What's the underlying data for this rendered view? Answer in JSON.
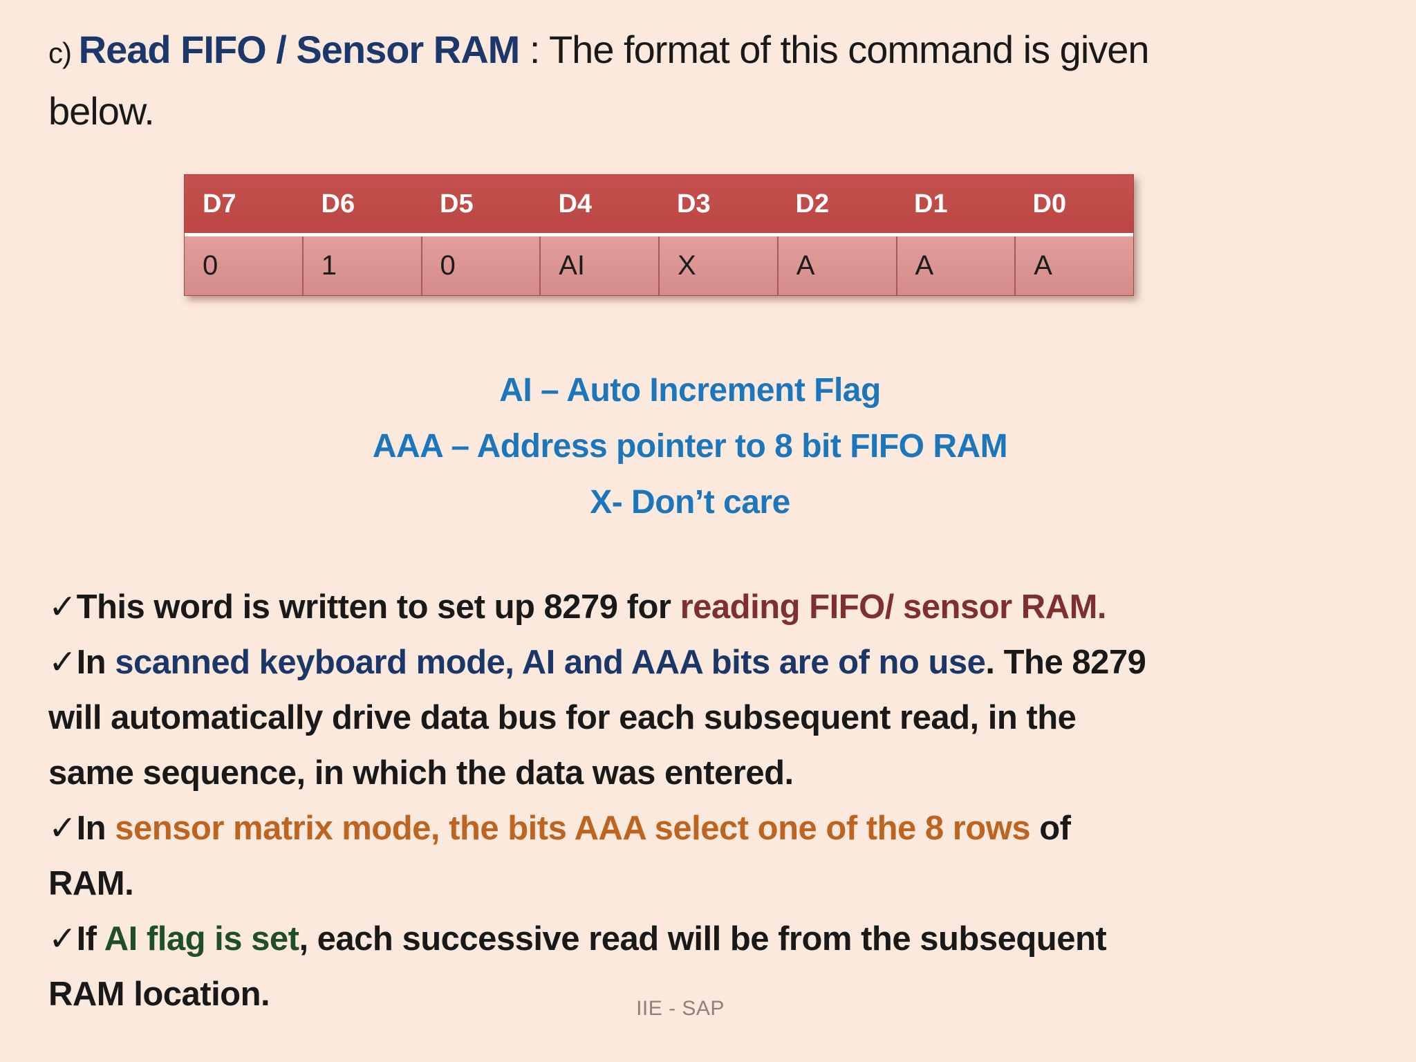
{
  "colors": {
    "black": "#191919",
    "titleNavy": "#1C3769",
    "blue": "#1B76BC",
    "darkred": "#7E2F2F",
    "navy": "#1B3767",
    "orange": "#BC6420",
    "green": "#1F4E28",
    "tableHeaderBg": "#C0504D",
    "tableBodyBg": "#D99694",
    "footerGray": "#8C8277",
    "background": "#FBE9DD"
  },
  "title": {
    "lines": [
      [
        {
          "text": "c) ",
          "color": "black",
          "cls": "c-small"
        },
        {
          "text": "Read FIFO / Sensor RAM ",
          "color": "titleNavy",
          "cls": "b"
        },
        {
          "text": ": The format of this command is given",
          "color": "black"
        }
      ],
      [
        {
          "text": "below.",
          "color": "black"
        }
      ]
    ]
  },
  "table": {
    "headers": [
      "D7",
      "D6",
      "D5",
      "D4",
      "D3",
      "D2",
      "D1",
      "D0"
    ],
    "values": [
      "0",
      "1",
      "0",
      "AI",
      "X",
      "A",
      "A",
      "A"
    ]
  },
  "legend": {
    "lines": [
      "AI – Auto Increment Flag",
      "AAA – Address pointer to 8 bit FIFO RAM",
      "X- Don’t care"
    ]
  },
  "bullets": {
    "lines": [
      [
        {
          "text": "✓",
          "color": "black",
          "name": "check-icon"
        },
        {
          "text": "This word is written to set up 8279 for ",
          "color": "black"
        },
        {
          "text": "reading FIFO/ sensor RAM.",
          "color": "darkred"
        }
      ],
      [
        {
          "text": "✓",
          "color": "black",
          "name": "check-icon"
        },
        {
          "text": "In ",
          "color": "black"
        },
        {
          "text": "scanned keyboard mode, AI and AAA bits are of no use",
          "color": "navy"
        },
        {
          "text": ". The 8279",
          "color": "black"
        }
      ],
      [
        {
          "text": "will automatically drive data bus for each subsequent read, in the",
          "color": "black"
        }
      ],
      [
        {
          "text": "same sequence, in which the data was entered.",
          "color": "black"
        }
      ],
      [
        {
          "text": "✓",
          "color": "black",
          "name": "check-icon"
        },
        {
          "text": "In ",
          "color": "black"
        },
        {
          "text": "sensor matrix mode, the bits AAA select one of the 8 rows",
          "color": "orange"
        },
        {
          "text": " of",
          "color": "black"
        }
      ],
      [
        {
          "text": "RAM.",
          "color": "black"
        }
      ],
      [
        {
          "text": "✓",
          "color": "black",
          "name": "check-icon"
        },
        {
          "text": "If ",
          "color": "black"
        },
        {
          "text": "AI flag is set",
          "color": "green"
        },
        {
          "text": ", each successive read will be from the subsequent",
          "color": "black"
        }
      ],
      [
        {
          "text": "RAM location.",
          "color": "black"
        }
      ]
    ]
  },
  "footer": {
    "text": "IIE - SAP"
  }
}
